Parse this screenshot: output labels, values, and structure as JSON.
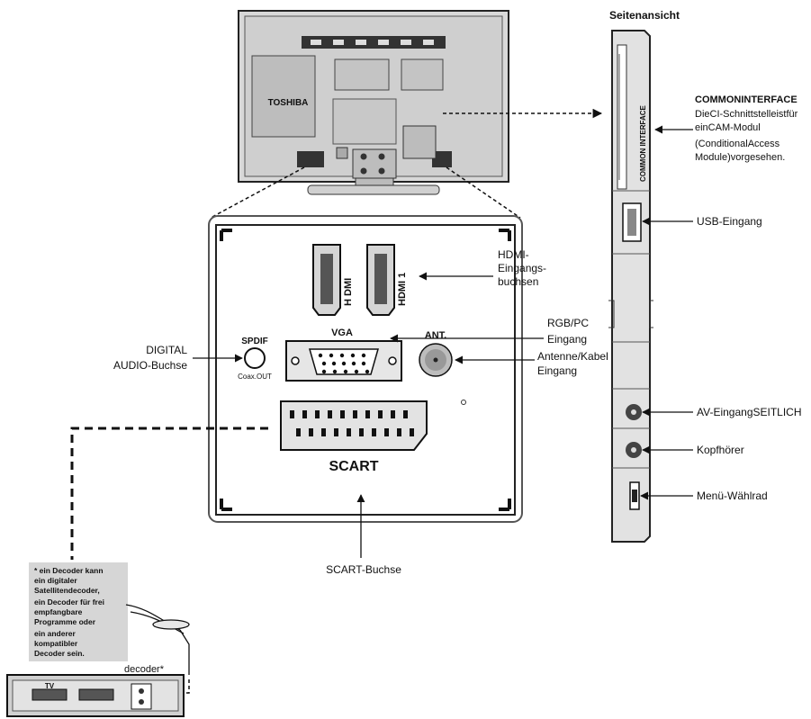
{
  "side_view": {
    "title": "Seitenansicht",
    "slot_text": "COMMON INTERFACE"
  },
  "tv": {
    "brand": "TOSHIBA"
  },
  "panel": {
    "hdmi_labels": [
      "H DMI",
      "HDMI 1"
    ],
    "vga": "VGA",
    "spdif": "SPDIF",
    "coax": "Coax.OUT",
    "ant": "ANT.",
    "scart": "SCART"
  },
  "callouts": {
    "hdmi": [
      "HDMI-",
      "Eingangs-",
      "buchsen"
    ],
    "rgb": [
      "RGB/PC",
      "Eingang"
    ],
    "antenna": [
      "Antenne/Kabel",
      "Eingang"
    ],
    "digital_audio": [
      "DIGITAL",
      "AUDIO-Buchse"
    ],
    "scart_buchse": "SCART-Buchse",
    "ci_title": "COMMONINTERFACE",
    "ci_desc": [
      "DieCI-Schnittstelleistfür",
      "einCAM-Modul",
      "(ConditionalAccess",
      "Module)vorgesehen."
    ],
    "usb": "USB-Eingang",
    "av": "AV-EingangSEITLICH",
    "headphones": "Kopfhörer",
    "menu": "Menü-Wählrad"
  },
  "decoder": {
    "note": [
      "* ein Decoder kann",
      "ein digitaler",
      "Satellitendecoder,",
      "ein Decoder für frei",
      "empfangbare",
      "Programme oder",
      "ein anderer",
      "kompatibler",
      "Decoder sein."
    ],
    "label": "decoder*",
    "tv_label": "TV"
  }
}
